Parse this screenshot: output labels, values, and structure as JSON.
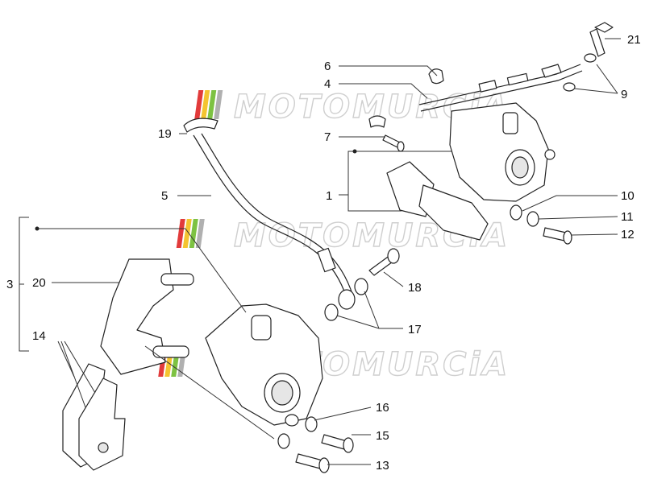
{
  "diagram": {
    "callouts": [
      "1",
      "3",
      "4",
      "5",
      "6",
      "7",
      "9",
      "10",
      "11",
      "12",
      "13",
      "14",
      "15",
      "16",
      "17",
      "18",
      "19",
      "20",
      "21"
    ]
  },
  "watermark": {
    "text": "MOTOMURCiA",
    "colors": [
      "#e23b3b",
      "#f4c430",
      "#7dc242",
      "#8a8a8a"
    ]
  }
}
